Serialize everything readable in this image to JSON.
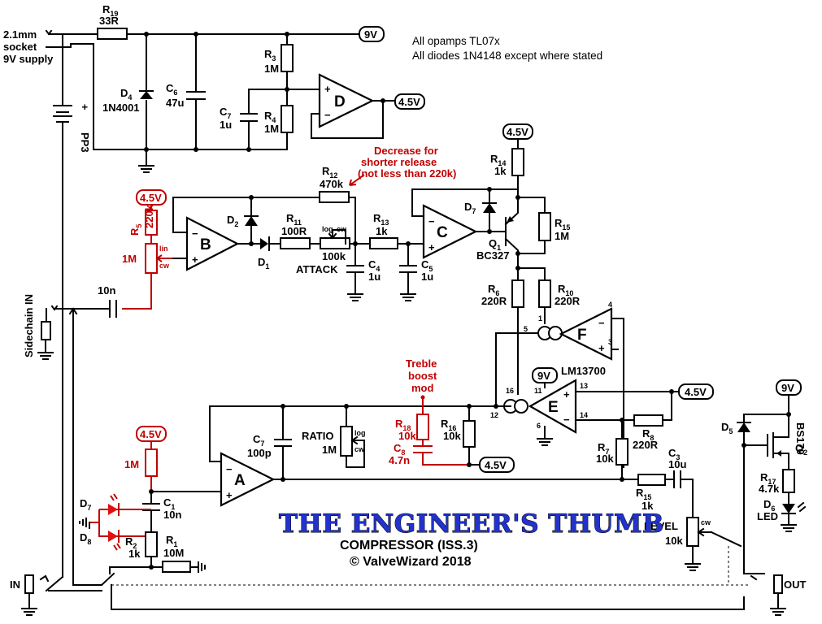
{
  "notes": {
    "line1": "All opamps TL07x",
    "line2": "All diodes 1N4148 except where stated"
  },
  "title": {
    "main": "THE ENGINEER'S THUMB",
    "sub": "COMPRESSOR (ISS.3)",
    "copyright": "© ValveWizard 2018"
  },
  "supply": {
    "socket": [
      "2.1mm",
      "socket",
      "9V supply"
    ],
    "battery": "PP3",
    "rail_9v": "9V",
    "rail_45v": "4.5V"
  },
  "connectors": {
    "in": "IN",
    "out": "OUT",
    "sidechain": "Sidechain IN"
  },
  "opamps": {
    "a": "A",
    "b": "B",
    "c": "C",
    "d": "D",
    "e": "E",
    "f": "F",
    "ota_part": "LM13700",
    "e_pins": [
      "11",
      "16",
      "12",
      "13",
      "14",
      "6"
    ],
    "f_pins": [
      "1",
      "5",
      "4",
      "3"
    ]
  },
  "components": {
    "r19": {
      "ref": "R",
      "sub": "19",
      "value": "33R"
    },
    "d4": {
      "ref": "D",
      "sub": "4",
      "value": "1N4001"
    },
    "c6": {
      "ref": "C",
      "sub": "6",
      "value": "47u"
    },
    "r3": {
      "ref": "R",
      "sub": "3",
      "value": "1M"
    },
    "r4": {
      "ref": "R",
      "sub": "4",
      "value": "1M"
    },
    "c7top": {
      "ref": "C",
      "sub": "7",
      "value": "1u"
    },
    "r12": {
      "ref": "R",
      "sub": "12",
      "value": "470k"
    },
    "r5": {
      "ref": "R",
      "sub": "5",
      "value": "220k"
    },
    "pot_sidechain": {
      "value": "1M",
      "taper": "lin",
      "dir": "cw"
    },
    "d2": {
      "ref": "D",
      "sub": "2"
    },
    "d1": {
      "ref": "D",
      "sub": "1"
    },
    "r11": {
      "ref": "R",
      "sub": "11",
      "value": "100R"
    },
    "attack": {
      "value": "100k",
      "label": "ATTACK",
      "taper": "log",
      "dir": "cw"
    },
    "c4": {
      "ref": "C",
      "sub": "4",
      "value": "1u"
    },
    "r13": {
      "ref": "R",
      "sub": "13",
      "value": "1k"
    },
    "c5": {
      "ref": "C",
      "sub": "5",
      "value": "1u"
    },
    "d7top": {
      "ref": "D",
      "sub": "7"
    },
    "q1": {
      "ref": "Q",
      "sub": "1",
      "value": "BC327"
    },
    "r14": {
      "ref": "R",
      "sub": "14",
      "value": "1k"
    },
    "r15top": {
      "ref": "R",
      "sub": "15",
      "value": "1M"
    },
    "r6": {
      "ref": "R",
      "sub": "6",
      "value": "220R"
    },
    "r10": {
      "ref": "R",
      "sub": "10",
      "value": "220R"
    },
    "c10n": {
      "value": "10n"
    },
    "c7mid": {
      "ref": "C",
      "sub": "7",
      "value": "100p"
    },
    "ratio": {
      "label": "RATIO",
      "value": "1M",
      "taper": "log",
      "dir": "cw"
    },
    "r18": {
      "ref": "R",
      "sub": "18",
      "value": "10k"
    },
    "c8": {
      "ref": "C",
      "sub": "8",
      "value": "4.7n"
    },
    "r16": {
      "ref": "R",
      "sub": "16",
      "value": "10k"
    },
    "r8": {
      "ref": "R",
      "sub": "8",
      "value": "220R"
    },
    "r7": {
      "ref": "R",
      "sub": "7",
      "value": "10k"
    },
    "c3": {
      "ref": "C",
      "sub": "3",
      "value": "10u"
    },
    "r15out": {
      "ref": "R",
      "sub": "15",
      "value": "1k"
    },
    "level": {
      "label": "LEVEL",
      "value": "10k",
      "dir": "cw"
    },
    "d5": {
      "ref": "D",
      "sub": "5"
    },
    "q2": {
      "ref": "Q",
      "sub": "2",
      "value": "BS170"
    },
    "r17": {
      "ref": "R",
      "sub": "17",
      "value": "4.7k"
    },
    "d6": {
      "ref": "D",
      "sub": "6",
      "value": "LED"
    },
    "r_a": {
      "value": "1M"
    },
    "c1": {
      "ref": "C",
      "sub": "1",
      "value": "10n"
    },
    "d7led": {
      "ref": "D",
      "sub": "7"
    },
    "d8led": {
      "ref": "D",
      "sub": "8"
    },
    "r2": {
      "ref": "R",
      "sub": "2",
      "value": "1k"
    },
    "r1": {
      "ref": "R",
      "sub": "1",
      "value": "10M"
    }
  },
  "annotations": {
    "release": [
      "Decrease for",
      "shorter release",
      "(not less than 220k)"
    ],
    "treble": [
      "Treble",
      "boost",
      "mod"
    ]
  },
  "colors": {
    "mod_red": "#c00000",
    "title_blue": "#2233cc",
    "ink": "#000000"
  }
}
